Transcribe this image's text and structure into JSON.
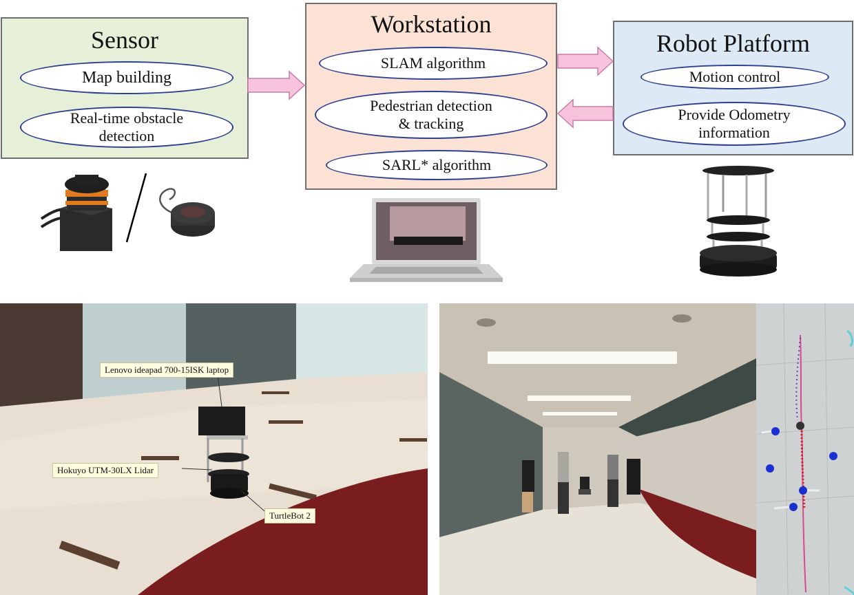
{
  "sensor": {
    "title": "Sensor",
    "items": [
      "Map building",
      "Real-time obstacle\ndetection"
    ],
    "color": "#e6f0d8"
  },
  "workstation": {
    "title": "Workstation",
    "items": [
      "SLAM algorithm",
      "Pedestrian detection\n& tracking",
      "SARL* algorithm"
    ],
    "color": "#fbe2d4"
  },
  "robot": {
    "title": "Robot Platform",
    "items": [
      "Motion control",
      "Provide Odometry\ninformation"
    ],
    "color": "#dde9f5"
  },
  "arrow_color": "#f7c3dc",
  "photo_left": {
    "labels": {
      "laptop": "Lenovo ideapad 700-15ISK laptop",
      "lidar": "Hokuyo UTM-30LX Lidar",
      "base": "TurtleBot 2"
    }
  }
}
